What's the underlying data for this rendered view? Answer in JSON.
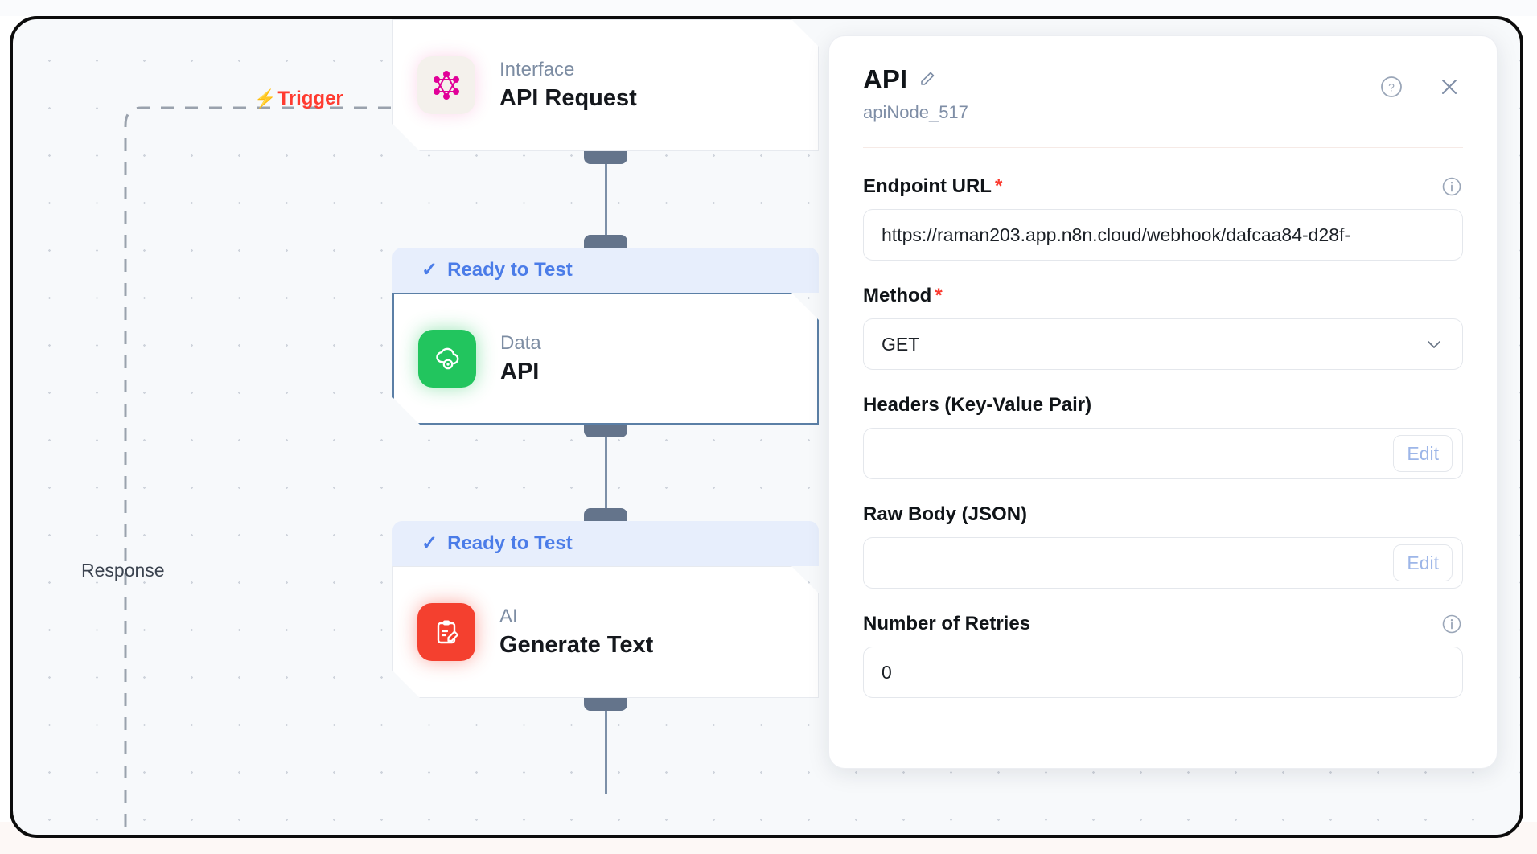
{
  "canvas": {
    "trigger_label": "Trigger",
    "trigger_icon": "bolt-icon",
    "response_label": "Response",
    "nodes": [
      {
        "kind": "Interface",
        "title": "API Request",
        "icon": "graphql-icon",
        "status": null,
        "selected": false
      },
      {
        "kind": "Data",
        "title": "API",
        "icon": "cloud-gear-icon",
        "status": "Ready to Test",
        "selected": true
      },
      {
        "kind": "AI",
        "title": "Generate Text",
        "icon": "clipboard-pencil-icon",
        "status": "Ready to Test",
        "selected": false
      }
    ]
  },
  "panel": {
    "title": "API",
    "edit_icon": "pencil-icon",
    "subtitle": "apiNode_517",
    "help_icon": "help-circle-icon",
    "close_icon": "close-icon",
    "fields": {
      "endpoint_url": {
        "label": "Endpoint URL",
        "required": "*",
        "info_icon": "info-icon",
        "value": "https://raman203.app.n8n.cloud/webhook/dafcaa84-d28f-"
      },
      "method": {
        "label": "Method",
        "required": "*",
        "value": "GET",
        "chevron_icon": "chevron-down-icon"
      },
      "headers": {
        "label": "Headers (Key-Value Pair)",
        "value": "",
        "edit_label": "Edit"
      },
      "raw_body": {
        "label": "Raw Body (JSON)",
        "value": "",
        "edit_label": "Edit"
      },
      "retries": {
        "label": "Number of Retries",
        "info_icon": "info-icon",
        "value": "0"
      }
    }
  },
  "colors": {
    "accent_blue": "#4b7ce8",
    "status_band_bg": "#e7eefc",
    "trigger_red": "#ff3b30",
    "required_red": "#fb3b30",
    "node_data_green": "#22c55e",
    "node_ai_red": "#f4402f",
    "graphql_pink": "#e10098",
    "connector_slate": "#64748b",
    "selected_border": "#5b7fa6"
  }
}
